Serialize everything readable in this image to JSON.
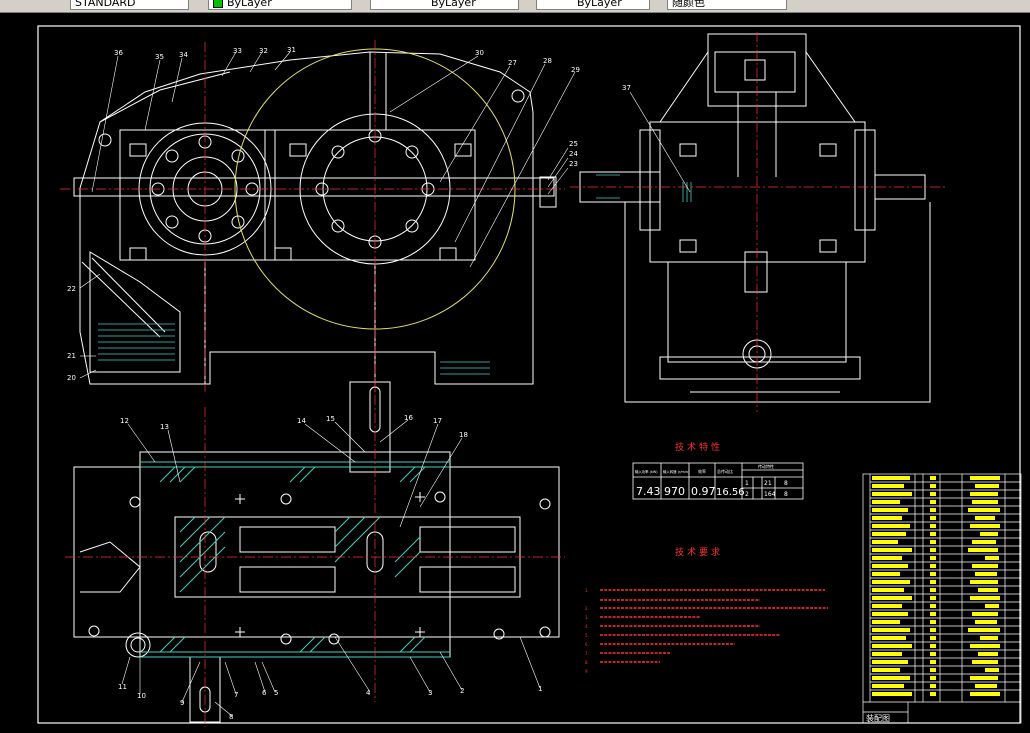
{
  "toolbar": {
    "text_style": "STANDARD",
    "linetype": "ByLayer",
    "lineweight": "ByLayer",
    "plot_style": "ByLayer",
    "color": "随颜色"
  },
  "drawing": {
    "colors": {
      "frame": "#ffffff",
      "outline": "#ffffff",
      "centerline": "#ff3030",
      "hatch": "#40d0c0",
      "gear": "#e0e060",
      "annot": "#ffffff",
      "table_highlight": "#ffff00",
      "note": "#ff3030"
    },
    "top_view_balloons": [
      "36",
      "35",
      "34",
      "33",
      "32",
      "31",
      "30",
      "27",
      "28",
      "29",
      "25",
      "24",
      "23",
      "22",
      "21",
      "20",
      "37"
    ],
    "section_balloons": [
      "12",
      "13",
      "14",
      "15",
      "16",
      "17",
      "18",
      "11",
      "10",
      "9",
      "8",
      "7",
      "6",
      "5",
      "4",
      "3",
      "2",
      "1"
    ],
    "spec_title": "技术特性",
    "spec_headers": [
      "输入功率 (kW)",
      "输入转速 (r/min)",
      "效率",
      "总传动比",
      "传动特性"
    ],
    "spec_values": [
      "7.43",
      "970",
      "0.97",
      "16.56"
    ],
    "spec_sub": [
      [
        "1",
        "21",
        "8"
      ],
      [
        "2",
        "164",
        "8"
      ]
    ],
    "req_title": "技术要求",
    "req_numbers": [
      "1.",
      "2.",
      "3.",
      "4.",
      "5.",
      "6.",
      "7.",
      "8.",
      "9."
    ],
    "title_block_label": "装配图"
  }
}
